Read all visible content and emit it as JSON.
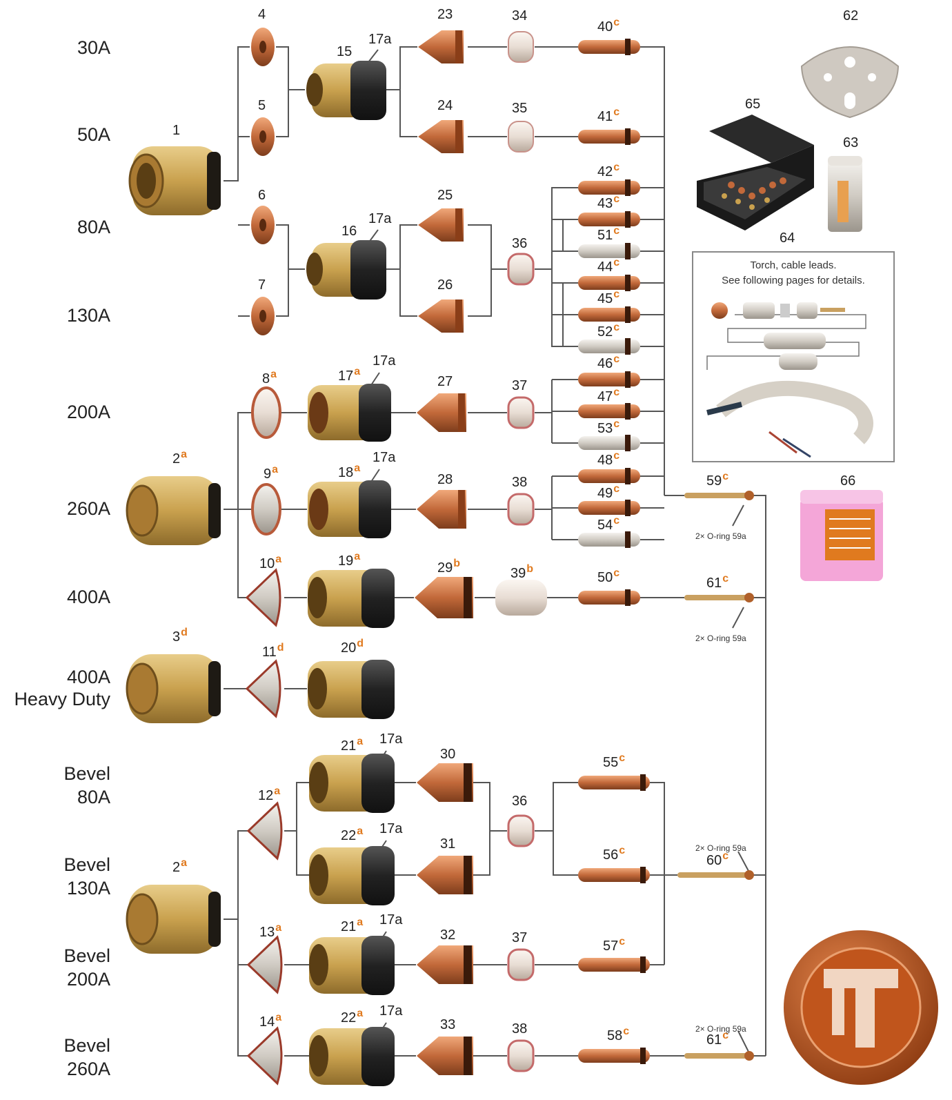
{
  "row_labels": {
    "a30": "30A",
    "a50": "50A",
    "a80": "80A",
    "a130": "130A",
    "a200": "200A",
    "a260": "260A",
    "a400": "400A",
    "hd1": "400A",
    "hd2": "Heavy Duty",
    "bv80a": "Bevel",
    "bv80b": "80A",
    "bv130a": "Bevel",
    "bv130b": "130A",
    "bv200a": "Bevel",
    "bv200b": "200A",
    "bv260a": "Bevel",
    "bv260b": "260A"
  },
  "part_numbers": {
    "p1": "1",
    "p2a": "2",
    "p2b": "2",
    "p3": "3",
    "p4": "4",
    "p5": "5",
    "p6": "6",
    "p7": "7",
    "p8": "8",
    "p9": "9",
    "p10": "10",
    "p11": "11",
    "p12": "12",
    "p13": "13",
    "p14": "14",
    "p15": "15",
    "p16": "16",
    "p17": "17",
    "p18": "18",
    "p19": "19",
    "p20": "20",
    "p21a": "21",
    "p21b": "21",
    "p22a": "22",
    "p22b": "22",
    "p17a_1": "17a",
    "p17a_2": "17a",
    "p17a_3": "17a",
    "p17a_4": "17a",
    "p17a_5": "17a",
    "p17a_6": "17a",
    "p17a_7": "17a",
    "p17a_8": "17a",
    "p23": "23",
    "p24": "24",
    "p25": "25",
    "p26": "26",
    "p27": "27",
    "p28": "28",
    "p29": "29",
    "p30": "30",
    "p31": "31",
    "p32": "32",
    "p33": "33",
    "p34": "34",
    "p35": "35",
    "p36a": "36",
    "p36b": "36",
    "p37a": "37",
    "p37b": "37",
    "p38a": "38",
    "p38b": "38",
    "p39": "39",
    "p40": "40",
    "p41": "41",
    "p42": "42",
    "p43": "43",
    "p51": "51",
    "p44": "44",
    "p45": "45",
    "p52": "52",
    "p46": "46",
    "p47": "47",
    "p53": "53",
    "p48": "48",
    "p49": "49",
    "p54": "54",
    "p50": "50",
    "p55": "55",
    "p56": "56",
    "p57": "57",
    "p58": "58",
    "p59": "59",
    "p60": "60",
    "p61a": "61",
    "p61b": "61",
    "p62": "62",
    "p63": "63",
    "p64": "64",
    "p65": "65",
    "p66": "66"
  },
  "superscripts": {
    "a": "a",
    "b": "b",
    "c": "c",
    "d": "d"
  },
  "oring_note": "2× O-ring 59a",
  "info_box": {
    "line1": "Torch, cable leads.",
    "line2": "See following pages for details."
  },
  "colors": {
    "brass": "#c9a14e",
    "copper": "#c2693a",
    "black_insulator": "#222222",
    "ceramic": "#e8ddd4",
    "accent_superscript": "#e07a1f",
    "logo": "#b8521c",
    "line": "#555555"
  }
}
